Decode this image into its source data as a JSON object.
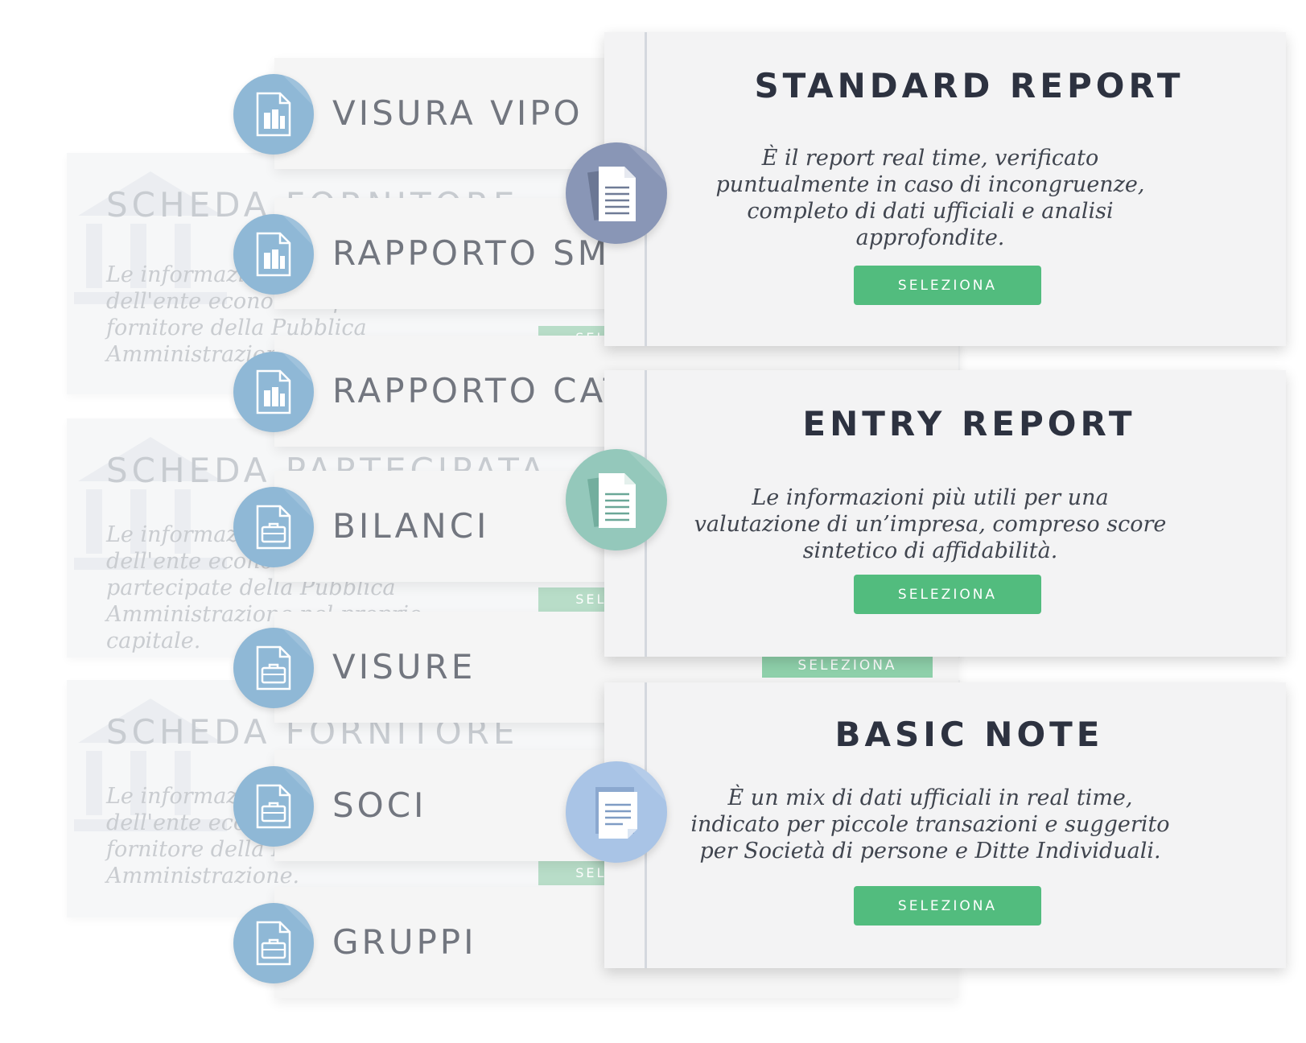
{
  "background_cards": [
    {
      "title": "SCHEDA FORNITORE",
      "description": "Le informazioni sulla natura dell'ente economico per ente fornitore della Pubblica Amministrazione.",
      "button_label": "SELEZIONA"
    },
    {
      "title": "SCHEDA PARTECIPATA",
      "description": "Le informazioni sulla natura dell'ente economico, partecipate della Pubblica Amministrazione nel proprio capitale.",
      "button_label": "SELEZIONA"
    },
    {
      "title": "SCHEDA FORNITORE",
      "description": "Le informazioni sulla natura dell'ente economico per ente fornitore della Pubblica Amministrazione.",
      "button_label": "SELEZIONA"
    }
  ],
  "middle_items": [
    {
      "label": "VISURA VIPO",
      "icon": "building-document-icon"
    },
    {
      "label": "RAPPORTO SMART",
      "icon": "building-document-icon"
    },
    {
      "label": "RAPPORTO CATASTALE",
      "icon": "building-document-icon"
    },
    {
      "label": "BILANCI",
      "icon": "briefcase-document-icon"
    },
    {
      "label": "VISURE",
      "icon": "briefcase-document-icon"
    },
    {
      "label": "SOCI",
      "icon": "briefcase-document-icon"
    },
    {
      "label": "GRUPPI",
      "icon": "briefcase-document-icon"
    }
  ],
  "middle_button_label": "SELEZIONA",
  "front_cards": [
    {
      "title": "STANDARD REPORT",
      "description": "È il report real time, verificato puntualmente in caso di incongruenze, completo di dati ufficiali e analisi approfondite.",
      "button_label": "SELEZIONA",
      "icon": "stacked-documents-icon",
      "icon_color": "#8996b6"
    },
    {
      "title": "ENTRY REPORT",
      "description": "Le informazioni più utili per una valutazione di un’impresa, compreso score sintetico di affidabilità.",
      "button_label": "SELEZIONA",
      "icon": "stacked-documents-icon",
      "icon_color": "#94c8bb"
    },
    {
      "title": "BASIC NOTE",
      "description": "È un mix di dati ufficiali in real time, indicato per piccole transazioni e suggerito per Società di persone e Ditte Individuali.",
      "button_label": "SELEZIONA",
      "icon": "note-document-icon",
      "icon_color": "#a9c4e6"
    }
  ],
  "colors": {
    "button_green": "#52bc7e",
    "middle_icon_blue": "#8fb8d6",
    "title_dark": "#2d3240",
    "label_gray": "#72767f"
  }
}
